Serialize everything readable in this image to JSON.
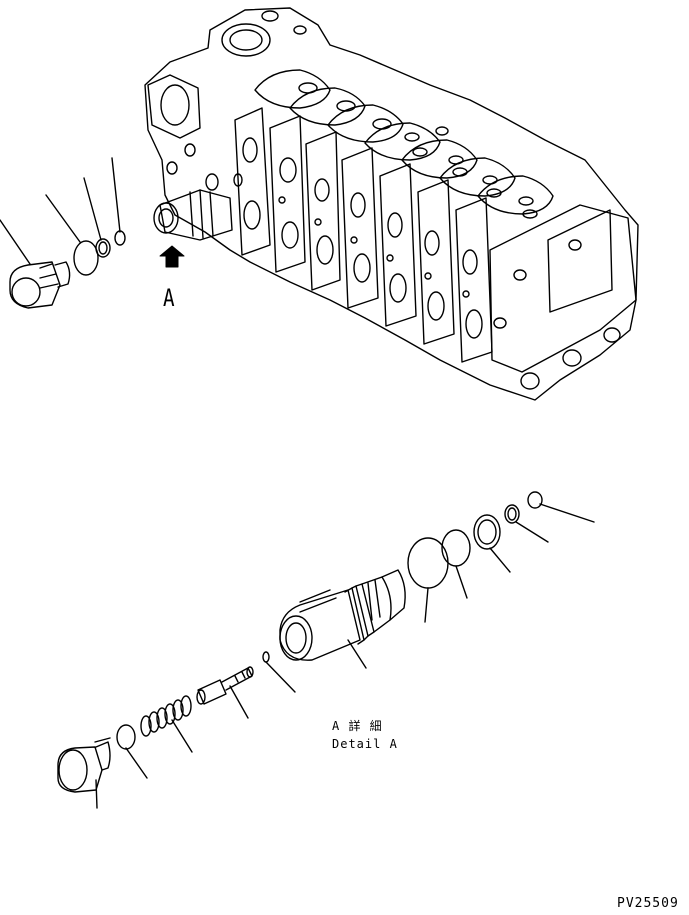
{
  "diagram": {
    "view_label": "A",
    "detail_caption_jp": "A 詳 細",
    "detail_caption_en": "Detail A",
    "drawing_number": "PV25509"
  },
  "colors": {
    "line": "#000000",
    "background": "#ffffff"
  },
  "icons": {
    "view_arrow": "arrow-up-icon"
  }
}
